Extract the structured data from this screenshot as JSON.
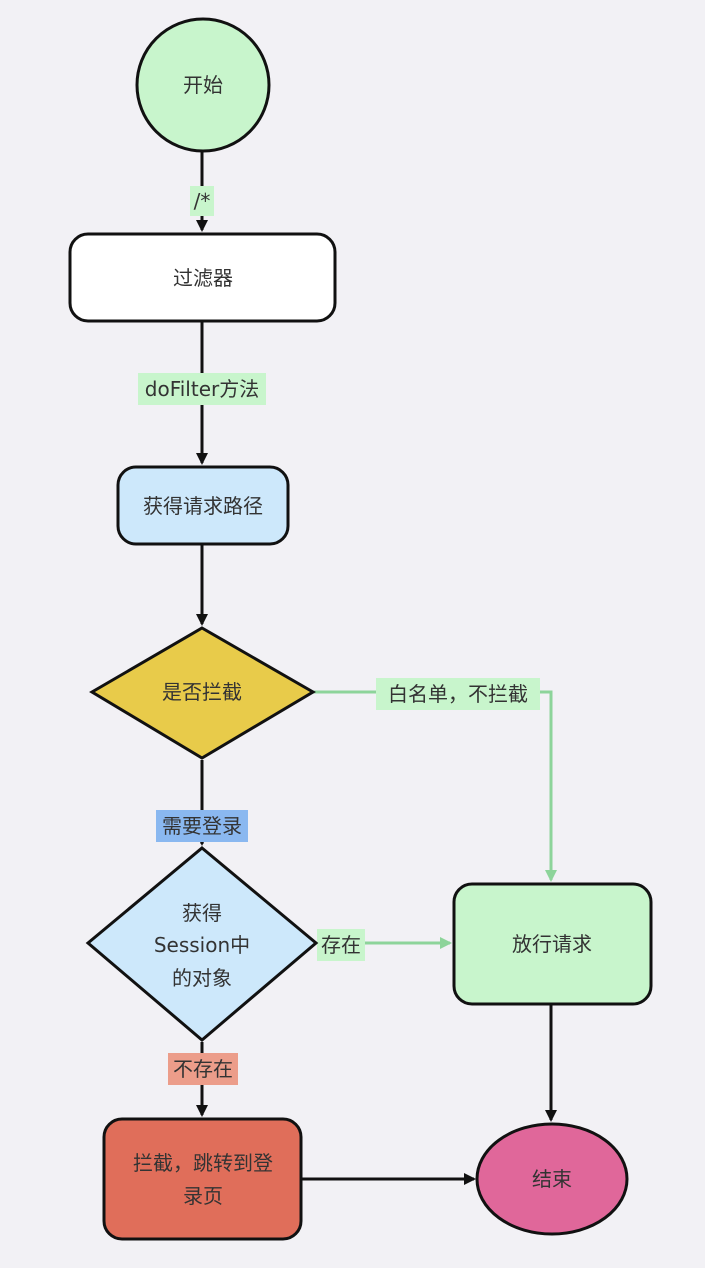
{
  "nodes": {
    "start": {
      "label": "开始",
      "color": "#c8f5cc"
    },
    "filter": {
      "label": "过滤器",
      "color": "#ffffff"
    },
    "get_path": {
      "label": "获得请求路径",
      "color": "#cde8fb"
    },
    "intercept_check": {
      "label": "是否拦截",
      "color": "#e8cb4a"
    },
    "session_check": {
      "lines": [
        "获得",
        "Session中",
        "的对象"
      ],
      "color": "#cde8fb"
    },
    "release": {
      "label": "放行请求",
      "color": "#c8f5cc"
    },
    "redirect_login": {
      "lines": [
        "拦截，跳转到登",
        "录页"
      ],
      "color": "#e06e5a"
    },
    "end": {
      "label": "结束",
      "color": "#e0679a"
    }
  },
  "edges": {
    "start_filter": {
      "label": "/*",
      "label_bg": "#c8f5cc"
    },
    "filter_path": {
      "label": "doFilter方法",
      "label_bg": "#c8f5cc"
    },
    "whitelist": {
      "label": "白名单，不拦截",
      "label_bg": "#c8f5cc",
      "color": "#8dd49a"
    },
    "need_login": {
      "label": "需要登录",
      "label_bg": "#8ab8f0"
    },
    "exists": {
      "label": "存在",
      "label_bg": "#c8f5cc",
      "color": "#8dd49a"
    },
    "not_exists": {
      "label": "不存在",
      "label_bg": "#ec9d8a"
    }
  }
}
